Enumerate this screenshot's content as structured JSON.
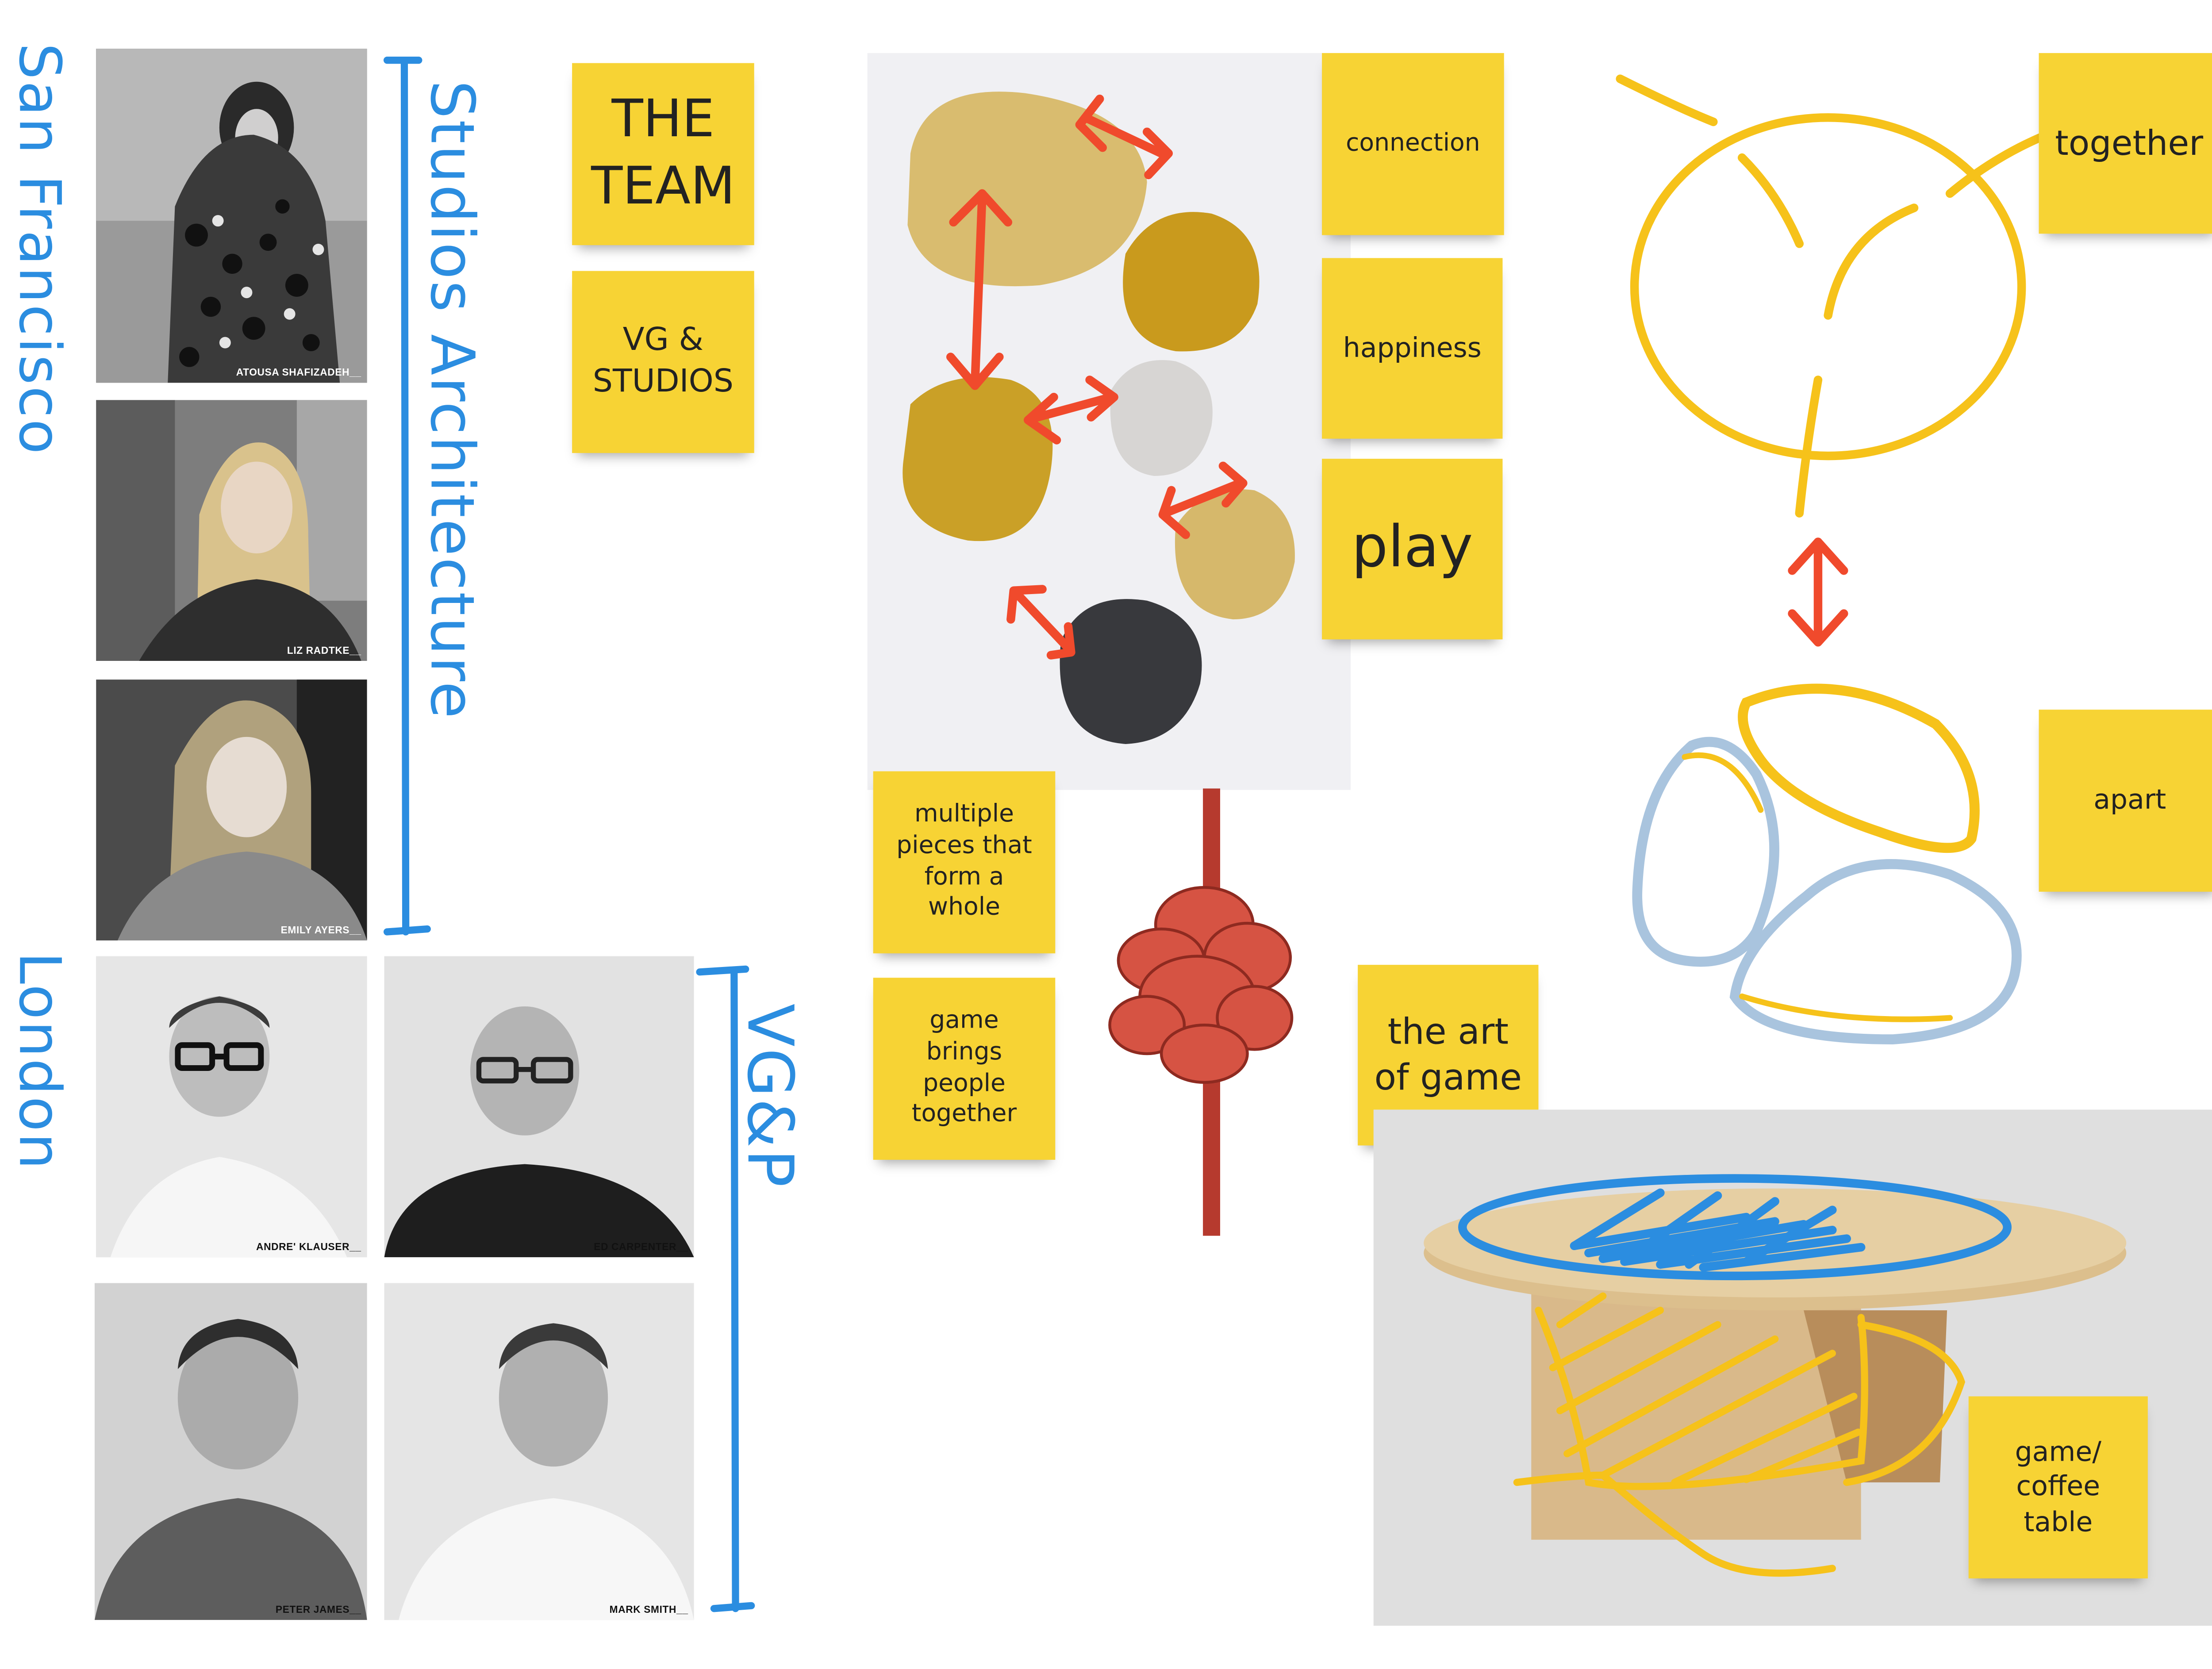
{
  "people": [
    {
      "name": "ATOUSA SHAFIZADEH__"
    },
    {
      "name": "LIZ RADTKE__"
    },
    {
      "name": "EMILY AYERS__"
    },
    {
      "name": "ANDRE' KLAUSER__"
    },
    {
      "name": "ED CARPENTER__"
    },
    {
      "name": "PETER JAMES__"
    },
    {
      "name": "MARK SMITH__"
    }
  ],
  "handwriting": {
    "city_sf": "San Francisco",
    "city_london": "London",
    "studio_label": "Studios Architecture",
    "vgp_label": "VG&P"
  },
  "notes": {
    "the_team": "THE TEAM",
    "vg_studios": "VG & STUDIOS",
    "connection": "connection",
    "happiness": "happiness",
    "play": "play",
    "multiple_pieces": "multiple pieces that form a whole",
    "game_brings": "game brings people together",
    "art_of_game": "the art of game",
    "together": "together",
    "apart": "apart",
    "game_coffee_table": "game/ coffee table"
  },
  "colors": {
    "sticky": "#f7d334",
    "marker_blue": "#2b8de0",
    "marker_red": "#f04a2c",
    "marker_yellow": "#f6c21a",
    "marker_lightblue": "#a9c4de",
    "rope": "#c9483a"
  }
}
